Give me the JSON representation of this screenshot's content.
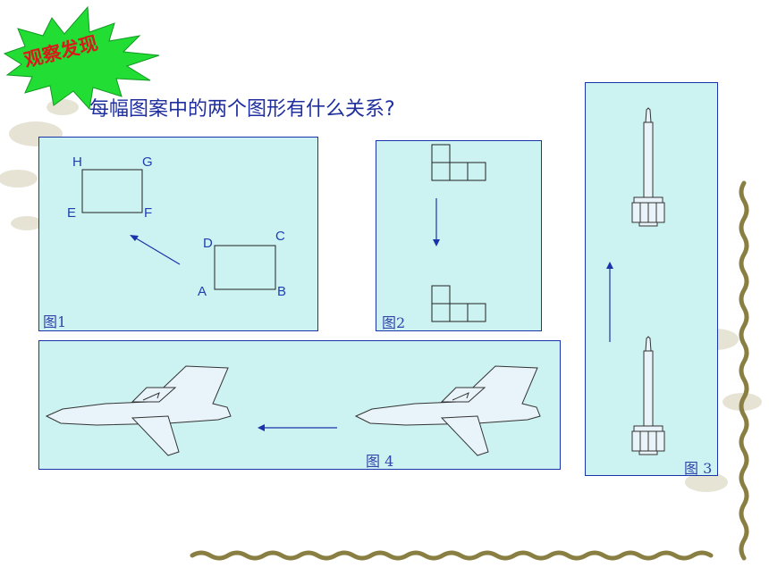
{
  "badge": {
    "label": "观察发现",
    "fill": "#22dd33",
    "text_color": "#d81a1a"
  },
  "question": "每幅图案中的两个图形有什么关系?",
  "figures": {
    "fig1": {
      "label": "图1",
      "points": {
        "H": "H",
        "G": "G",
        "E": "E",
        "F": "F",
        "D": "D",
        "C": "C",
        "A": "A",
        "B": "B"
      }
    },
    "fig2": {
      "label": "图2"
    },
    "fig3": {
      "label": "图 3"
    },
    "fig4": {
      "label": "图 4"
    }
  },
  "colors": {
    "panel_bg": "#ccf2f2",
    "panel_border": "#1a33a8",
    "arrow": "#1a33a8",
    "text": "#1f2f9e"
  }
}
